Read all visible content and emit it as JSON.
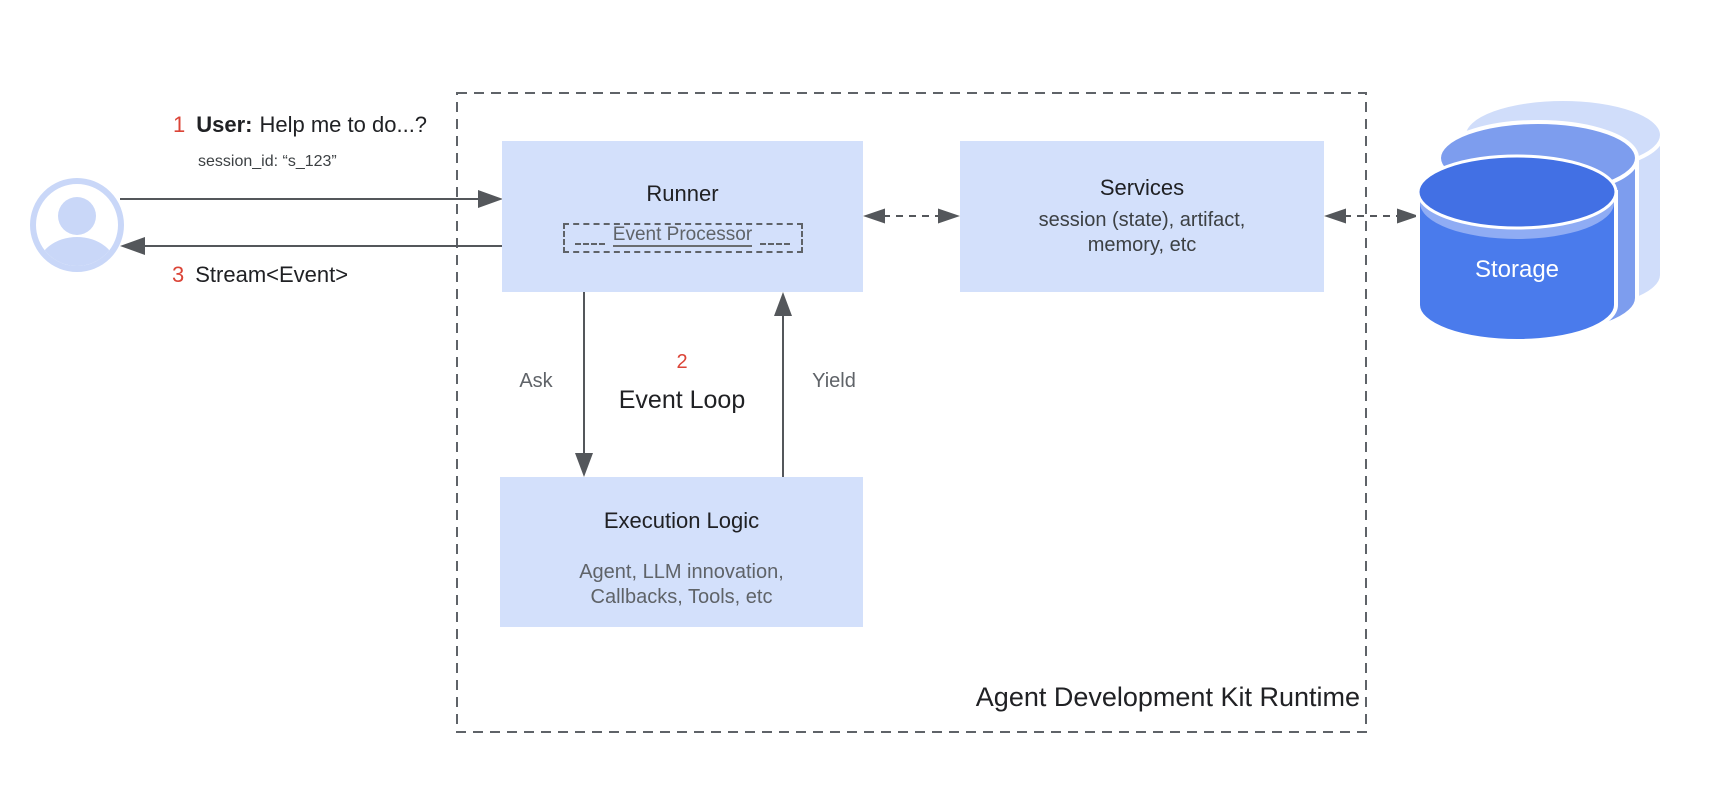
{
  "diagram": {
    "title": "Agent Development Kit Runtime",
    "user_flow": {
      "step1_number": "1",
      "step1_label": "User:",
      "step1_text": "Help me to do...?",
      "session_id": "session_id: “s_123”",
      "step3_number": "3",
      "step3_text": "Stream<Event>"
    },
    "runner": {
      "title": "Runner",
      "event_processor": "Event Processor"
    },
    "services": {
      "title": "Services",
      "subtitle_line1": "session (state), artifact,",
      "subtitle_line2": "memory, etc"
    },
    "execution_logic": {
      "title": "Execution Logic",
      "subtitle_line1": "Agent, LLM innovation,",
      "subtitle_line2": "Callbacks, Tools, etc"
    },
    "event_loop": {
      "number": "2",
      "label": "Event Loop",
      "ask_label": "Ask",
      "yield_label": "Yield"
    },
    "storage": {
      "label": "Storage"
    },
    "icons": {
      "user": "user-avatar-icon",
      "storage": "database-cylinders-icon"
    },
    "colors": {
      "box_fill": "#D3E0FB",
      "accent_red": "#DB4437",
      "dark_text": "#202124",
      "gray_text": "#5F6368",
      "arrow": "#54575B",
      "avatar": "#C9D7F8",
      "storage_front": "#4A7BEC",
      "storage_front_top": "#4270E4",
      "storage_rim": "#8FACF4",
      "storage_mid": "#7D9DEE",
      "storage_back": "#D0DDFA"
    }
  }
}
